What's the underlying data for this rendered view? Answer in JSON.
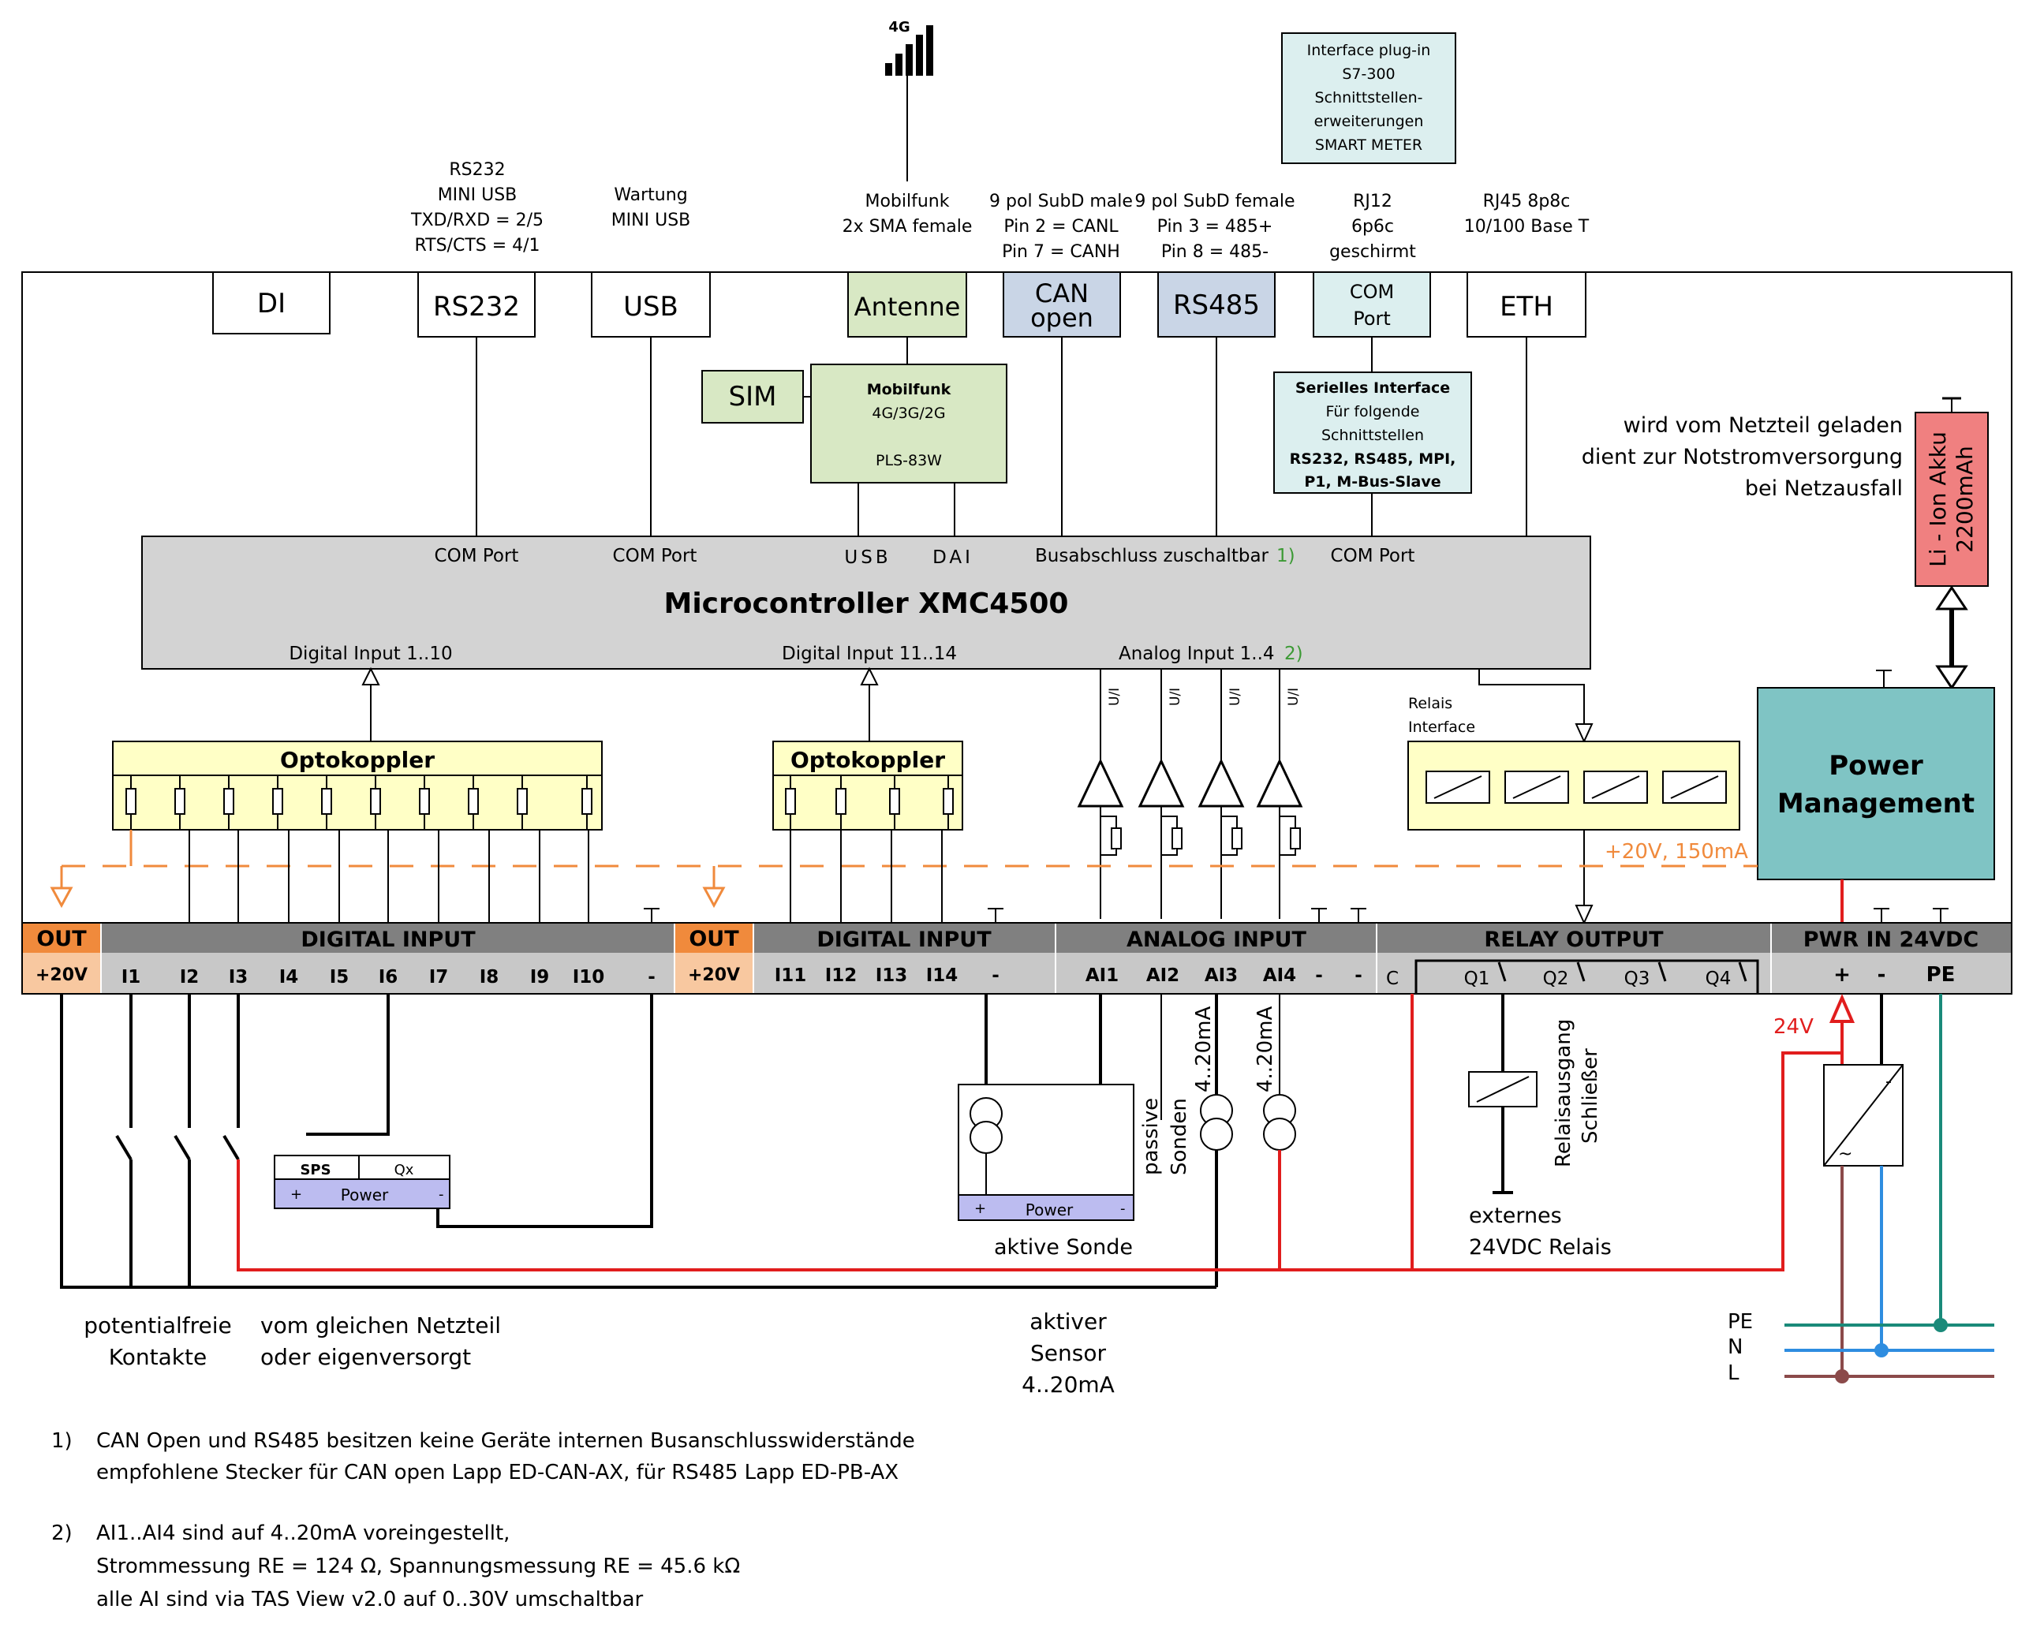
{
  "top": {
    "signal_label": "4G",
    "rs232_desc": [
      "RS232",
      "MINI USB",
      "TXD/RXD = 2/5",
      "RTS/CTS = 4/1"
    ],
    "usb_desc": [
      "Wartung",
      "MINI USB"
    ],
    "antenna_desc": [
      "Mobilfunk",
      "2x SMA female"
    ],
    "can_desc": [
      "9 pol SubD male",
      "Pin 2 = CANL",
      "Pin 7 = CANH"
    ],
    "rs485_desc": [
      "9 pol SubD female",
      "Pin 3 = 485+",
      "Pin 8 = 485-"
    ],
    "com_desc": [
      "RJ12",
      "6p6c",
      "geschirmt"
    ],
    "eth_desc": [
      "RJ45 8p8c",
      "10/100 Base T"
    ],
    "interface_plugin": [
      "Interface plug-in",
      "S7-300",
      "Schnittstellen-",
      "erweiterungen",
      "SMART METER"
    ]
  },
  "connectors": {
    "di": "DI",
    "rs232": "RS232",
    "usb": "USB",
    "antenne": "Antenne",
    "can": [
      "CAN",
      "open"
    ],
    "rs485": "RS485",
    "com": [
      "COM",
      "Port"
    ],
    "eth": "ETH"
  },
  "modules": {
    "sim": "SIM",
    "mobilfunk": [
      "Mobilfunk",
      "4G/3G/2G",
      "PLS-83W"
    ],
    "seriell": [
      "Serielles Interface",
      "Für folgende",
      "Schnittstellen",
      "RS232, RS485, MPI,",
      "P1, M-Bus-Slave"
    ],
    "battery": [
      "Li - Ion Akku",
      "2200mAh"
    ],
    "battery_note": [
      "wird vom Netzteil geladen",
      "dient zur Notstromversorgung",
      "bei Netzausfall"
    ],
    "power_mgmt": [
      "Power",
      "Management"
    ],
    "relais_interface": [
      "Relais",
      "Interface"
    ]
  },
  "mcu": {
    "title": "Microcontroller XMC4500",
    "com1": "COM Port",
    "com2": "COM Port",
    "usb": "USB",
    "dai": "DAI",
    "busabschluss": "Busabschluss zuschaltbar",
    "note1": "1)",
    "com3": "COM Port",
    "di1": "Digital Input 1..10",
    "di2": "Digital Input 11..14",
    "ai": "Analog Input 1..4",
    "note2": "2)"
  },
  "opto": {
    "label1": "Optokoppler",
    "label2": "Optokoppler"
  },
  "ui_label": "U/I",
  "supply": "+20V, 150mA",
  "terminals": {
    "out": "OUT",
    "plus20": "+20V",
    "digital_input": "DIGITAL INPUT",
    "analog_input": "ANALOG INPUT",
    "relay_output": "RELAY OUTPUT",
    "pwr_in": "PWR IN 24VDC",
    "di_pins1": [
      "I1",
      "I2",
      "I3",
      "I4",
      "I5",
      "I6",
      "I7",
      "I8",
      "I9",
      "I10",
      "-"
    ],
    "di_pins2": [
      "I11",
      "I12",
      "I13",
      "I14",
      "-"
    ],
    "ai_pins": [
      "AI1",
      "AI2",
      "AI3",
      "AI4",
      "-",
      "-"
    ],
    "relay_pins": [
      "C",
      "Q1",
      "Q2",
      "Q3",
      "Q4"
    ],
    "pwr_pins": [
      "+",
      "-",
      "PE"
    ]
  },
  "bottom": {
    "sps": "SPS",
    "qx": "Qx",
    "power": "Power",
    "plus": "+",
    "minus": "-",
    "aktive_sonde": "aktive Sonde",
    "passive_sonden": [
      "passive",
      "Sonden"
    ],
    "ma1": "4..20mA",
    "ma2": "4..20mA",
    "relaisausgang": [
      "Relaisausgang",
      "Schließer"
    ],
    "externes": [
      "externes",
      "24VDC Relais"
    ],
    "potentialfreie": [
      "potentialfreie",
      "Kontakte"
    ],
    "gleichen": [
      "vom gleichen Netzteil",
      "oder eigenversorgt"
    ],
    "aktiver": [
      "aktiver",
      "Sensor",
      "4..20mA"
    ],
    "v24": "24V",
    "mains": [
      "PE",
      "N",
      "L"
    ],
    "ac": "~",
    "dc": "-"
  },
  "notes": {
    "n1_num": "1)",
    "n1": [
      "CAN Open und RS485 besitzen keine Geräte internen Busanschlusswiderstände",
      "empfohlene Stecker für CAN open Lapp ED-CAN-AX, für RS485 Lapp ED-PB-AX"
    ],
    "n2_num": "2)",
    "n2": [
      "AI1..AI4 sind auf 4..20mA voreingestellt,",
      "Strommessung RE = 124 Ω, Spannungsmessung RE = 45.6 kΩ",
      "alle AI sind via TAS View v2.0 auf 0..30V umschaltbar"
    ]
  },
  "colors": {
    "green_box": "#d8e8c4",
    "blue_box": "#c9d5e6",
    "lightblue_box": "#dcefef",
    "mcu": "#d3d3d3",
    "opto": "#ffffc6",
    "power": "#7fc4c4",
    "battery": "#f08080",
    "terminal_dark": "#808080",
    "terminal_light": "#c8c8c8",
    "out": "#f08a3c",
    "out_light": "#f8c8a0",
    "sps": "#bcbcf0",
    "red": "#e11d1d",
    "brown": "#8b4a4a",
    "blue": "#2e8de0",
    "teal": "#1a8a7a",
    "orange": "#f08a3c",
    "note": "#3c9a35"
  }
}
